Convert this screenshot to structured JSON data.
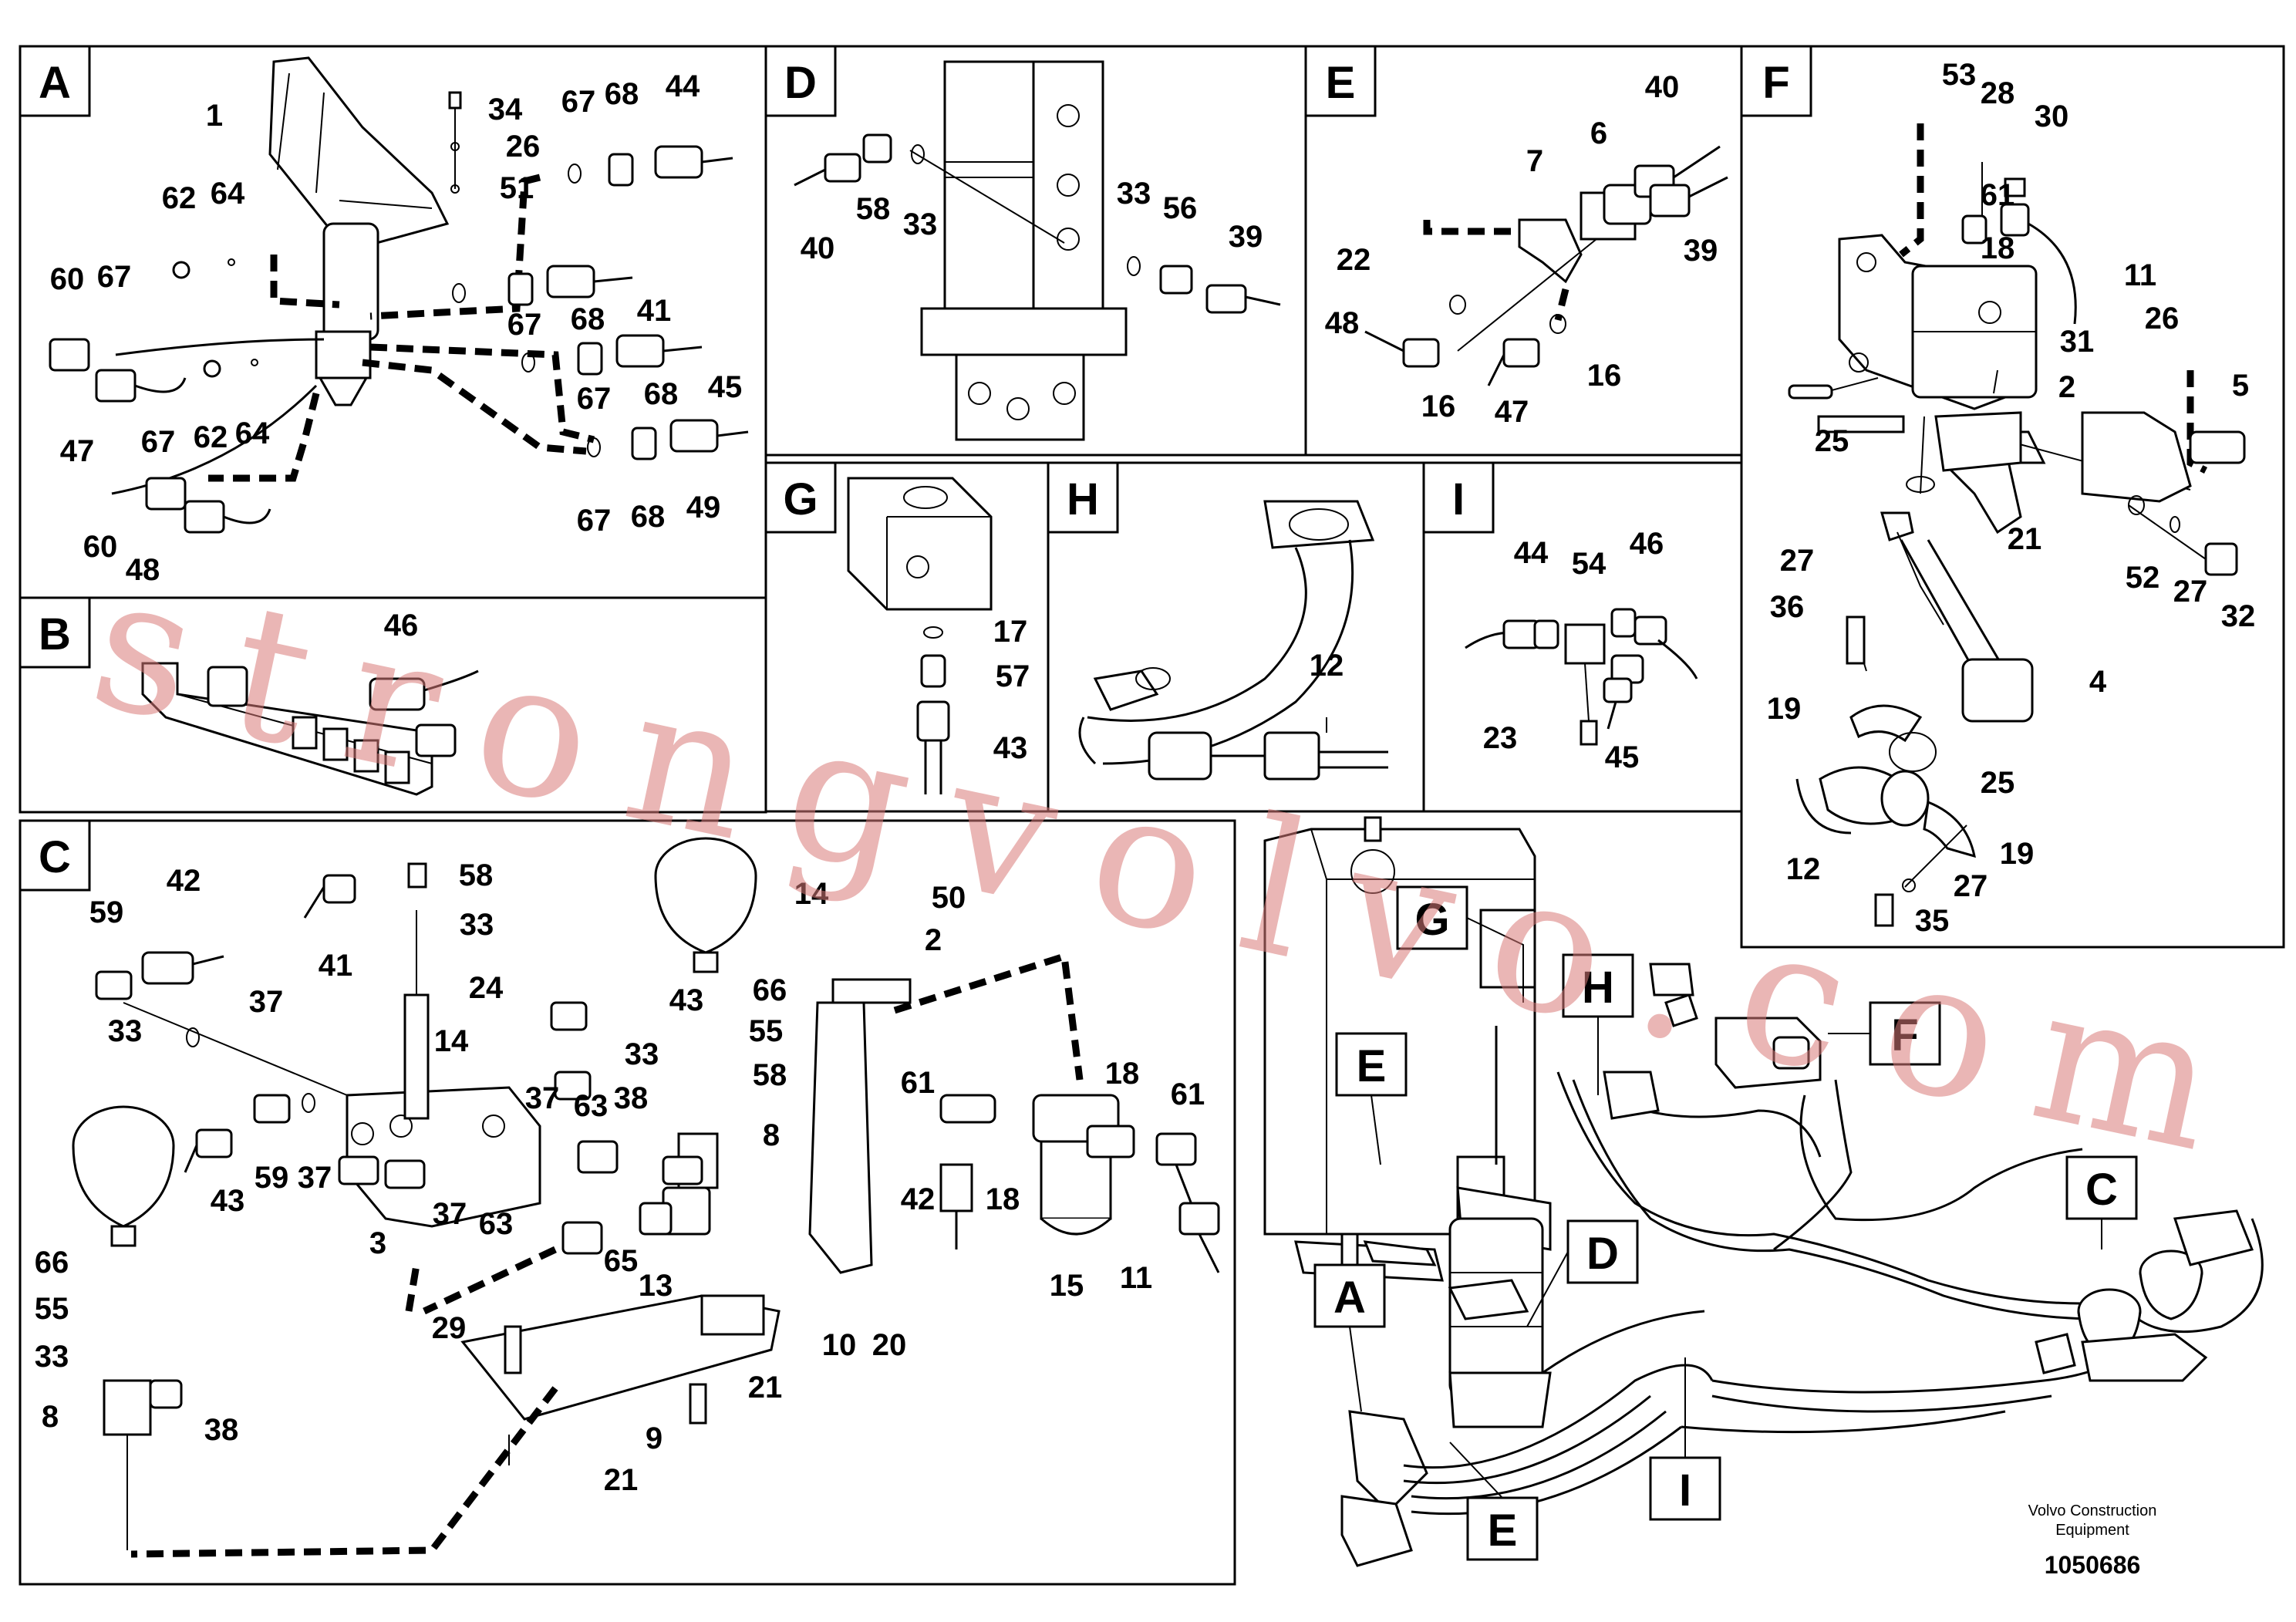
{
  "panels": [
    {
      "id": "A",
      "letter": "A"
    },
    {
      "id": "B",
      "letter": "B"
    },
    {
      "id": "C",
      "letter": "C"
    },
    {
      "id": "D",
      "letter": "D"
    },
    {
      "id": "E",
      "letter": "E"
    },
    {
      "id": "F",
      "letter": "F"
    },
    {
      "id": "G",
      "letter": "G"
    },
    {
      "id": "H",
      "letter": "H"
    },
    {
      "id": "I",
      "letter": "I"
    }
  ],
  "overview_letters": [
    "G",
    "H",
    "F",
    "E",
    "C",
    "D",
    "A",
    "I",
    "E"
  ],
  "callouts": {
    "A": [
      "1",
      "34",
      "26",
      "51",
      "67",
      "68",
      "44",
      "62",
      "64",
      "60",
      "67",
      "67",
      "68",
      "41",
      "47",
      "62",
      "64",
      "67",
      "68",
      "45",
      "67",
      "60",
      "48",
      "67",
      "68",
      "49"
    ],
    "B": [
      "46"
    ],
    "C": [
      "59",
      "42",
      "41",
      "58",
      "33",
      "14",
      "50",
      "2",
      "37",
      "24",
      "43",
      "66",
      "55",
      "33",
      "14",
      "33",
      "58",
      "37",
      "63",
      "38",
      "8",
      "61",
      "18",
      "61",
      "43",
      "59",
      "37",
      "3",
      "37",
      "63",
      "65",
      "13",
      "42",
      "18",
      "15",
      "11",
      "66",
      "55",
      "33",
      "8",
      "38",
      "29",
      "21",
      "10",
      "20",
      "9",
      "21"
    ],
    "D": [
      "40",
      "58",
      "33",
      "33",
      "56",
      "39"
    ],
    "E": [
      "40",
      "7",
      "6",
      "22",
      "39",
      "48",
      "16",
      "16",
      "47"
    ],
    "F": [
      "53",
      "28",
      "30",
      "61",
      "18",
      "11",
      "31",
      "26",
      "2",
      "5",
      "25",
      "21",
      "27",
      "36",
      "52",
      "27",
      "32",
      "4",
      "19",
      "25",
      "12",
      "19",
      "27",
      "35"
    ],
    "G": [
      "17",
      "57",
      "43"
    ],
    "H": [
      "12"
    ],
    "I": [
      "44",
      "54",
      "46",
      "23",
      "45"
    ]
  },
  "watermark": "strongvolvo.com",
  "footer": {
    "brand": "Volvo Construction Equipment",
    "brand_line1": "Volvo Construction",
    "brand_line2": "Equipment",
    "doc_number": "1050686"
  }
}
